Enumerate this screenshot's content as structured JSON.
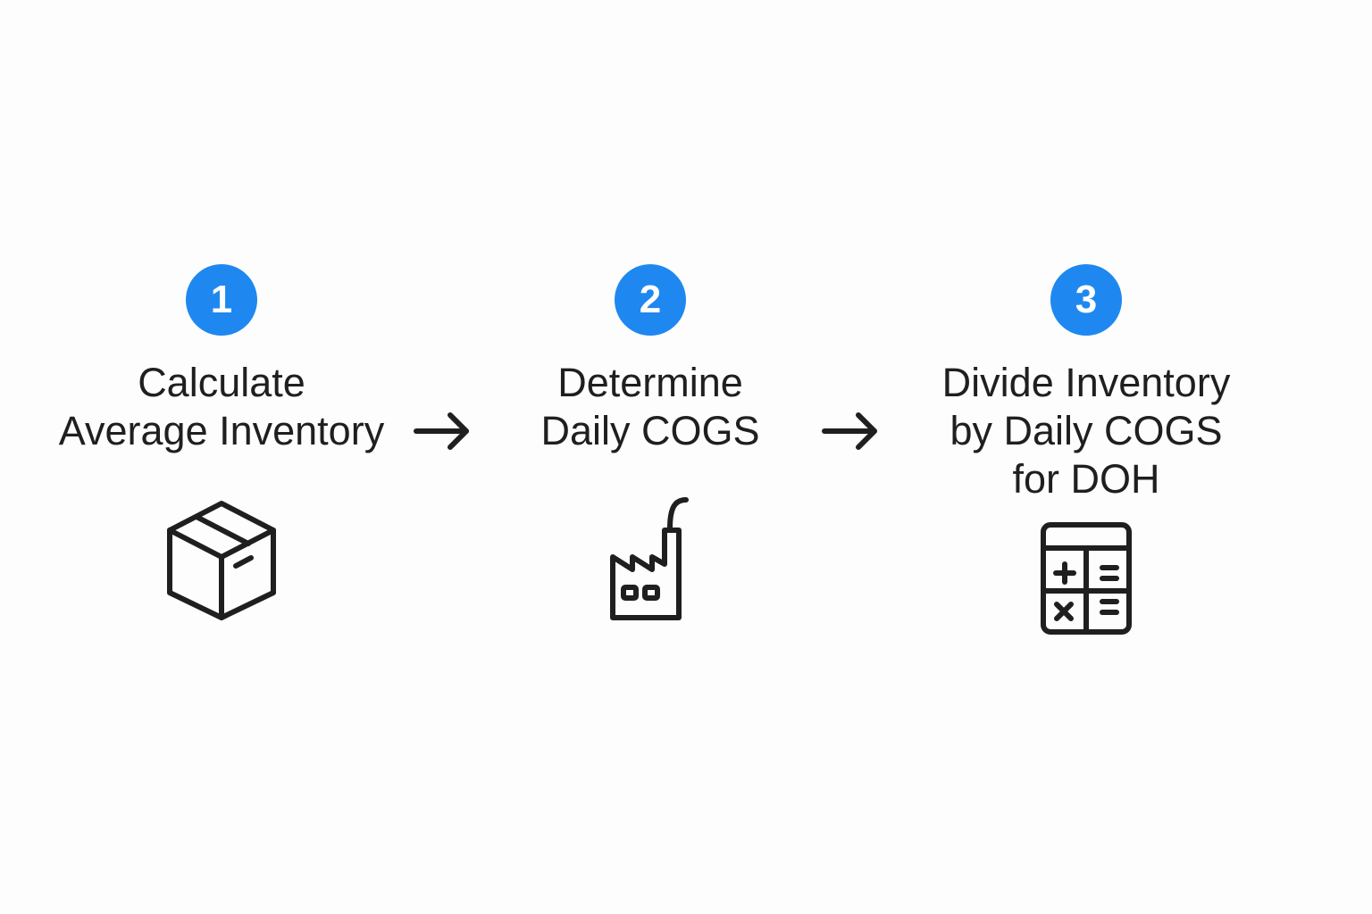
{
  "steps": [
    {
      "number": "1",
      "lines": [
        "Calculate",
        "Average Inventory"
      ],
      "icon": "box-icon"
    },
    {
      "number": "2",
      "lines": [
        "Determine",
        "Daily COGS"
      ],
      "icon": "factory-icon"
    },
    {
      "number": "3",
      "lines": [
        "Divide Inventory",
        "by Daily COGS",
        "for DOH"
      ],
      "icon": "calculator-icon"
    }
  ],
  "connector_icon": "arrow-right-icon",
  "colors": {
    "badge": "#1e88f0",
    "text": "#1f1f1f",
    "icon_stroke": "#1f1f1f",
    "background": "#fdfdfd"
  }
}
